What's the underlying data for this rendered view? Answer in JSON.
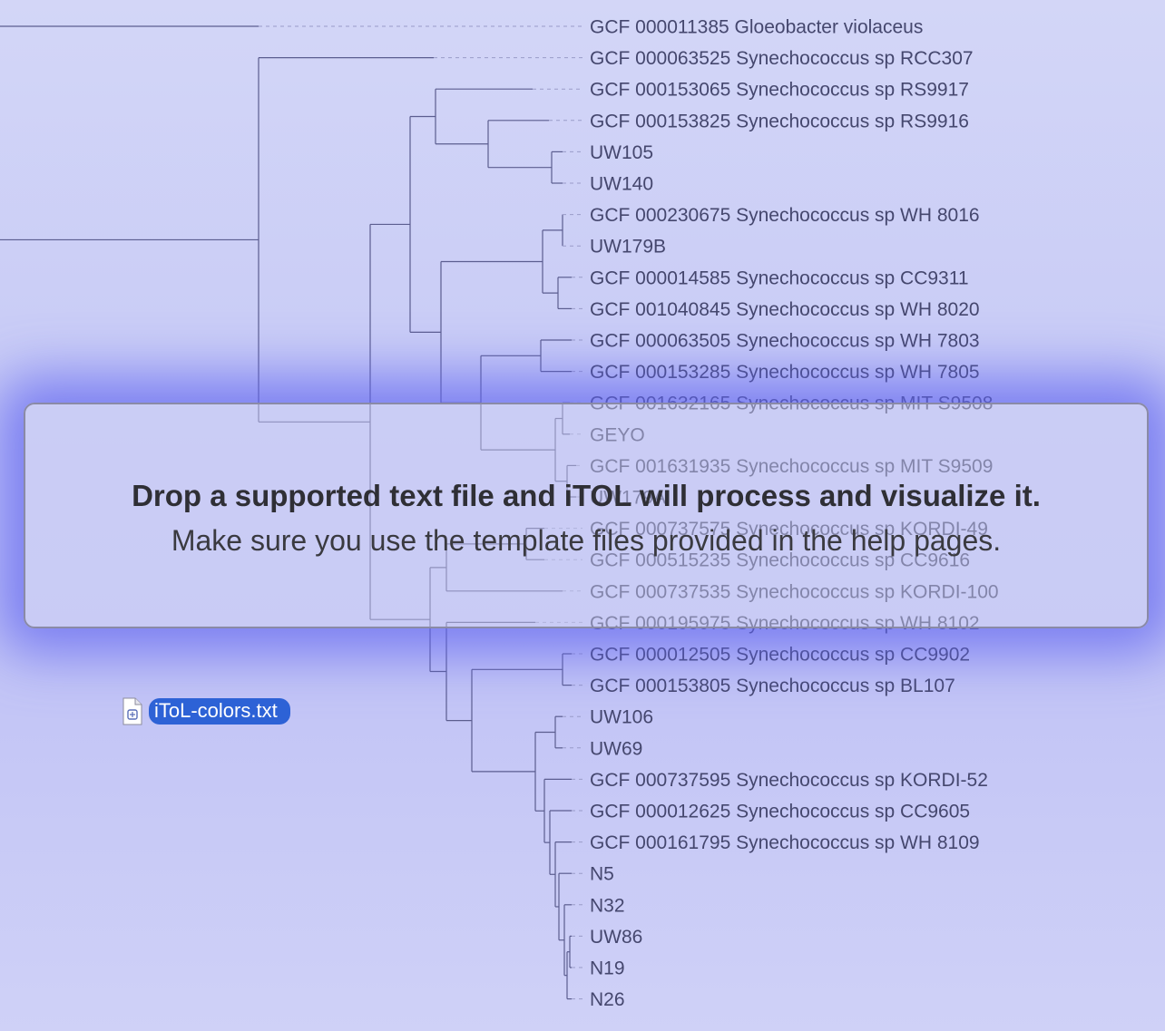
{
  "tree": {
    "leaves": [
      "GCF 000011385 Gloeobacter violaceus",
      "GCF 000063525 Synechococcus sp RCC307",
      "GCF 000153065 Synechococcus sp RS9917",
      "GCF 000153825 Synechococcus sp RS9916",
      "UW105",
      "UW140",
      "GCF 000230675 Synechococcus sp WH 8016",
      "UW179B",
      "GCF 000014585 Synechococcus sp CC9311",
      "GCF 001040845 Synechococcus sp WH 8020",
      "GCF 000063505 Synechococcus sp WH 7803",
      "GCF 000153285 Synechococcus sp WH 7805",
      "GCF 001632165 Synechococcus sp MIT S9508",
      "GEYO",
      "GCF 001631935 Synechococcus sp MIT S9509",
      "UW179A",
      "GCF 000737575 Synechococcus sp KORDI-49",
      "GCF 000515235 Synechococcus sp CC9616",
      "GCF 000737535 Synechococcus sp KORDI-100",
      "GCF 000195975 Synechococcus sp WH 8102",
      "GCF 000012505 Synechococcus sp CC9902",
      "GCF 000153805 Synechococcus sp BL107",
      "UW106",
      "UW69",
      "GCF 000737595 Synechococcus sp KORDI-52",
      "GCF 000012625 Synechococcus sp CC9605",
      "GCF 000161795 Synechococcus sp WH 8109",
      "N5",
      "N32",
      "UW86",
      "N19",
      "N26"
    ]
  },
  "drop_overlay": {
    "title": "Drop a supported text file and iTOL will process and visualize it.",
    "subtitle": "Make sure you use the template files provided in the help pages."
  },
  "dragged_file": {
    "name": "iToL-colors.txt",
    "icon": "text-file-icon"
  },
  "colors": {
    "branch": "#5b5d8f",
    "label": "#45476e",
    "overlay_border": "#8a8aa6",
    "glow": "#6064f0",
    "file_pill": "#2d62d6"
  }
}
